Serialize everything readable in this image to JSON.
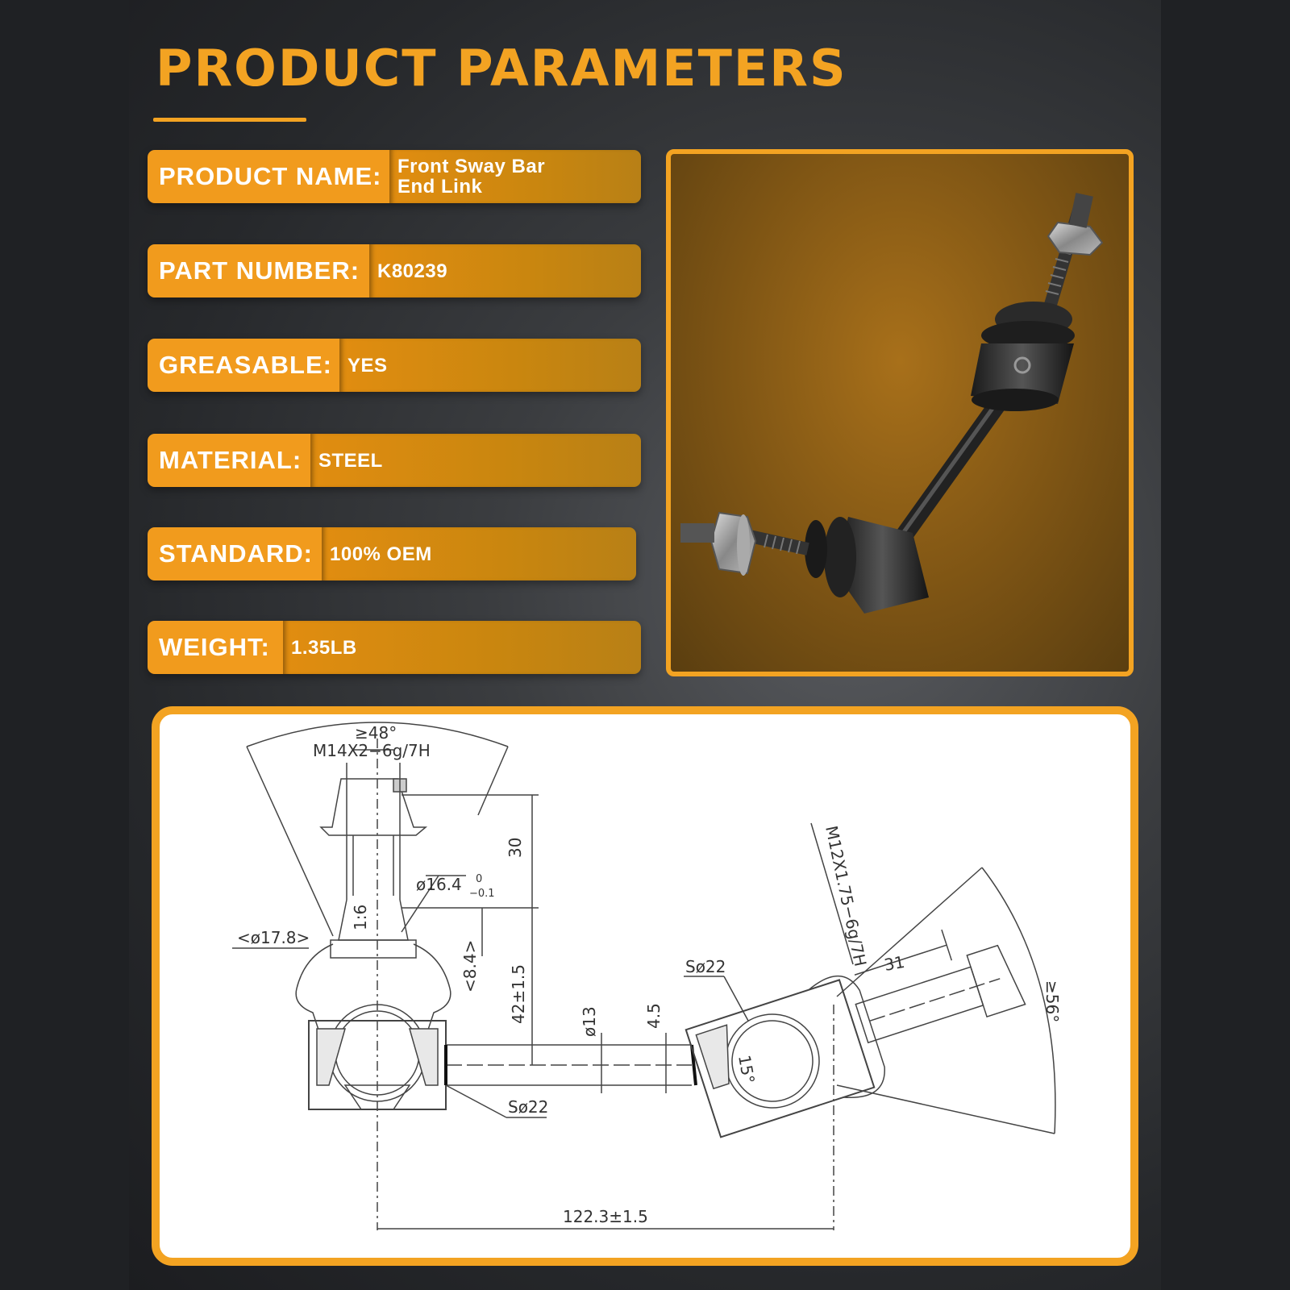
{
  "header": {
    "title": "PRODUCT PARAMETERS"
  },
  "params": [
    {
      "label": "PRODUCT NAME:",
      "value": "Front Sway Bar\nEnd Link"
    },
    {
      "label": "PART NUMBER:",
      "value": "K80239"
    },
    {
      "label": "GREASABLE:",
      "value": "YES"
    },
    {
      "label": "MATERIAL:",
      "value": "STEEL"
    },
    {
      "label": "STANDARD:",
      "value": "100% OEM"
    },
    {
      "label": "WEIGHT:",
      "value": "1.35LB"
    }
  ],
  "drawing": {
    "dims": {
      "angle_top": "≥48°",
      "thread_top": "M14X2−6g/7H",
      "len_30": "30",
      "dia_16": "ø16.4",
      "dia_16_tol_upper": "0",
      "dia_16_tol_lower": "−0.1",
      "taper": "1:6",
      "dia_178": "<ø17.8>",
      "dim_84": "<8.4>",
      "len_42": "42±1.5",
      "dia_13": "ø13",
      "dim_45": "4.5",
      "sphere_left": "Sø22",
      "sphere_right": "Sø22",
      "thread_right": "M12X1.75−6g/7H",
      "len_31": "31",
      "angle_right": "≥56°",
      "angle_15": "15°",
      "total_len": "122.3±1.5"
    }
  },
  "colors": {
    "accent": "#f3a322",
    "label_bg": "#f19b1d",
    "background": "#1f2124"
  }
}
